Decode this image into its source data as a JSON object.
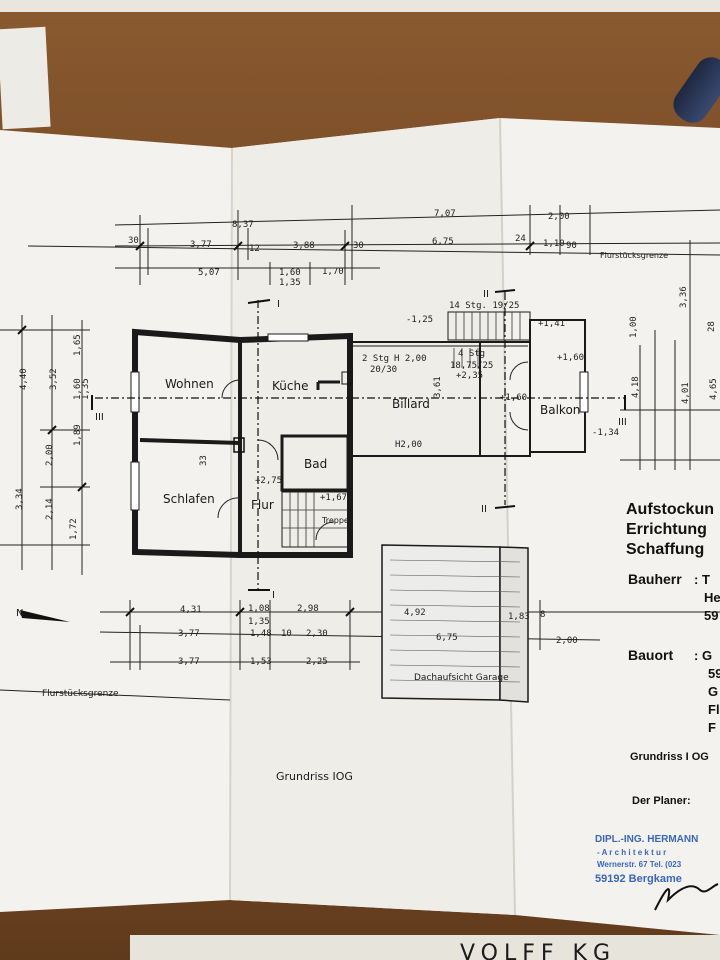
{
  "plan": {
    "rooms": {
      "wohnen": "Wohnen",
      "kueche": "Küche",
      "billard": "Billard",
      "balkon": "Balkon",
      "schlafen": "Schlafen",
      "bad": "Bad",
      "flur": "Flur",
      "treppe": "Treppe"
    },
    "caption": "Grundriss IOG",
    "garage_label": "Dachaufsicht Garage",
    "boundary_label": "Flurstücksgrenze",
    "north": "N",
    "sections": {
      "one": "I",
      "two": "II",
      "three": "III"
    },
    "stair_notes": {
      "s1": "2 Stg",
      "s1b": "20/30",
      "s2": "4 Stg",
      "s2b": "18,75/25",
      "s3": "14 Stg. 19/25",
      "h1": "H 2,00",
      "h2": "H2,00"
    },
    "levels": {
      "l1": "-1,25",
      "l2": "+2,35",
      "l3": "+1,41",
      "l4": "+1,60",
      "l5": "-1,34",
      "l6": "+2,75",
      "l7": "+1,67",
      "l8": "+1,60"
    },
    "dims_top": {
      "d837": "8,37",
      "d707": "7,07",
      "d200": "2,00",
      "d377": "3,77",
      "d388": "3,88",
      "d675": "6,75",
      "d507": "5,07",
      "d160": "1,60",
      "d170": "1,70",
      "d135": "1,35",
      "d110": "1,10",
      "d30": "30",
      "d12": "12",
      "d24": "24",
      "d90": "90",
      "d361": "3,61"
    },
    "dims_bottom": {
      "d431": "4,31",
      "d108": "1,08",
      "d298": "2,98",
      "d492": "4,92",
      "d183": "1,83",
      "d135": "1,35",
      "d377": "3,77",
      "d148": "1,48",
      "d230": "2,30",
      "d675": "6,75",
      "d153": "1,53",
      "d225": "2,25",
      "d200": "2,00",
      "d10": "10",
      "d8": "8"
    },
    "dims_left": {
      "d440": "4,40",
      "d352": "3,52",
      "d165": "1,65",
      "d135": "1,35",
      "d160": "1,60",
      "d189": "1,89",
      "d200": "2,00",
      "d334": "3,34",
      "d214": "2,14",
      "d172": "1,72",
      "d33": "33"
    },
    "dims_right": {
      "d336": "3,36",
      "d418": "4,18",
      "d401": "4,01",
      "d465": "4,65",
      "d100": "1,00",
      "d28": "28"
    }
  },
  "title_block": {
    "line1": "Aufstockun",
    "line2": "Errichtung",
    "line3": "Schaffung",
    "bauherr_label": "Bauherr",
    "bauherr_v1": ": T",
    "bauherr_v2": "He",
    "bauherr_v3": "59",
    "bauort_label": "Bauort",
    "bauort_v1": ": G",
    "bauort_v2": "59",
    "bauort_v3": "G",
    "bauort_v4": "Fl",
    "bauort_v5": "F",
    "drawing": "Grundriss I OG",
    "planer": "Der Planer:"
  },
  "stamp": {
    "line1": "DIPL.-ING. HERMANN",
    "line2": "- A r c h i t e k t u r",
    "line3": "Wernerstr. 67 Tel. (023",
    "line4": "59192 Bergkame"
  },
  "bottom_strip": "VOLFF KG"
}
